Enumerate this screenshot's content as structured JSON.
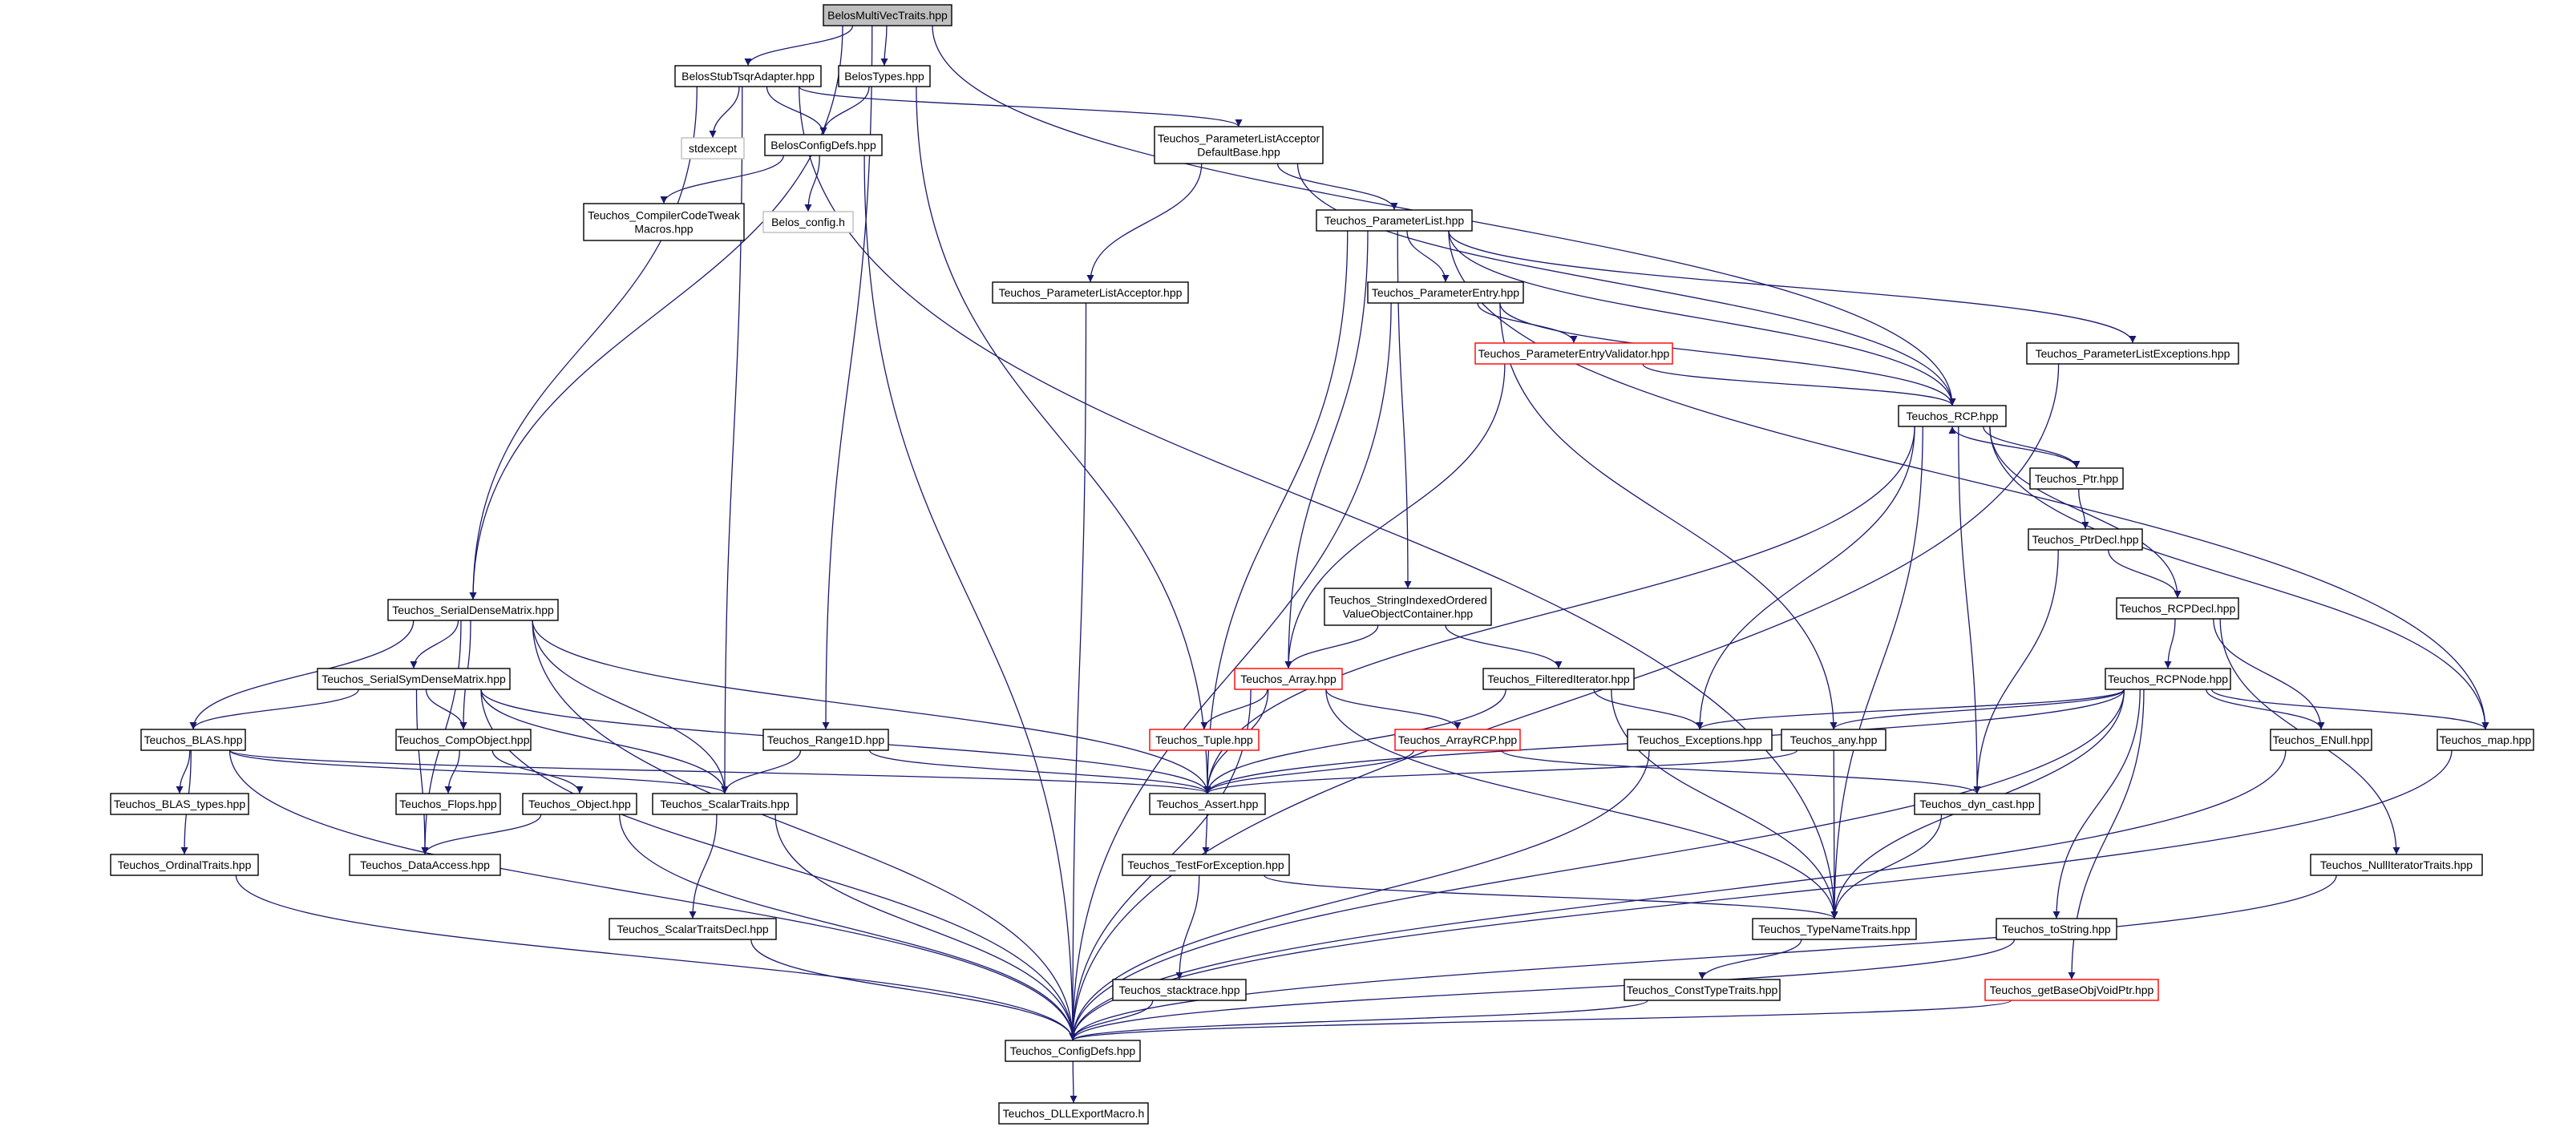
{
  "diagram": {
    "colors": {
      "edge": "#191970",
      "node_border": "#000000",
      "node_fill": "#ffffff",
      "root_fill": "#bfbfbf",
      "missing_border": "#bfbfbf",
      "missing_text": "#7f7f7f",
      "truncated_border": "#ff0000"
    },
    "nodes": [
      {
        "id": "root",
        "lines": [
          "BelosMultiVecTraits.hpp"
        ],
        "style": "root"
      },
      {
        "id": "stubtsqr",
        "lines": [
          "BelosStubTsqrAdapter.hpp"
        ],
        "style": "normal"
      },
      {
        "id": "belostypes",
        "lines": [
          "BelosTypes.hpp"
        ],
        "style": "normal"
      },
      {
        "id": "stdexcept",
        "lines": [
          "stdexcept"
        ],
        "style": "missing"
      },
      {
        "id": "belosconfigdefs",
        "lines": [
          "BelosConfigDefs.hpp"
        ],
        "style": "normal"
      },
      {
        "id": "compilercode",
        "lines": [
          "Teuchos_CompilerCodeTweak",
          "Macros.hpp"
        ],
        "style": "normal"
      },
      {
        "id": "belosconfigh",
        "lines": [
          "Belos_config.h"
        ],
        "style": "missing"
      },
      {
        "id": "plad",
        "lines": [
          "Teuchos_ParameterListAcceptor",
          "DefaultBase.hpp"
        ],
        "style": "normal"
      },
      {
        "id": "paramlist",
        "lines": [
          "Teuchos_ParameterList.hpp"
        ],
        "style": "normal"
      },
      {
        "id": "pla",
        "lines": [
          "Teuchos_ParameterListAcceptor.hpp"
        ],
        "style": "normal"
      },
      {
        "id": "paramentry",
        "lines": [
          "Teuchos_ParameterEntry.hpp"
        ],
        "style": "normal"
      },
      {
        "id": "pev",
        "lines": [
          "Teuchos_ParameterEntryValidator.hpp"
        ],
        "style": "truncated"
      },
      {
        "id": "plexc",
        "lines": [
          "Teuchos_ParameterListExceptions.hpp"
        ],
        "style": "normal"
      },
      {
        "id": "rcp",
        "lines": [
          "Teuchos_RCP.hpp"
        ],
        "style": "normal"
      },
      {
        "id": "ptr",
        "lines": [
          "Teuchos_Ptr.hpp"
        ],
        "style": "normal"
      },
      {
        "id": "ptrdecl",
        "lines": [
          "Teuchos_PtrDecl.hpp"
        ],
        "style": "normal"
      },
      {
        "id": "rcpdecl",
        "lines": [
          "Teuchos_RCPDecl.hpp"
        ],
        "style": "normal"
      },
      {
        "id": "rcpnode",
        "lines": [
          "Teuchos_RCPNode.hpp"
        ],
        "style": "normal"
      },
      {
        "id": "sdm",
        "lines": [
          "Teuchos_SerialDenseMatrix.hpp"
        ],
        "style": "normal"
      },
      {
        "id": "ssdm",
        "lines": [
          "Teuchos_SerialSymDenseMatrix.hpp"
        ],
        "style": "normal"
      },
      {
        "id": "blas",
        "lines": [
          "Teuchos_BLAS.hpp"
        ],
        "style": "normal"
      },
      {
        "id": "blastypes",
        "lines": [
          "Teuchos_BLAS_types.hpp"
        ],
        "style": "normal"
      },
      {
        "id": "ordinal",
        "lines": [
          "Teuchos_OrdinalTraits.hpp"
        ],
        "style": "normal"
      },
      {
        "id": "compobject",
        "lines": [
          "Teuchos_CompObject.hpp"
        ],
        "style": "normal"
      },
      {
        "id": "flops",
        "lines": [
          "Teuchos_Flops.hpp"
        ],
        "style": "normal"
      },
      {
        "id": "object",
        "lines": [
          "Teuchos_Object.hpp"
        ],
        "style": "normal"
      },
      {
        "id": "dataaccess",
        "lines": [
          "Teuchos_DataAccess.hpp"
        ],
        "style": "normal"
      },
      {
        "id": "scalartraits",
        "lines": [
          "Teuchos_ScalarTraits.hpp"
        ],
        "style": "normal"
      },
      {
        "id": "scalardecl",
        "lines": [
          "Teuchos_ScalarTraitsDecl.hpp"
        ],
        "style": "normal"
      },
      {
        "id": "range1d",
        "lines": [
          "Teuchos_Range1D.hpp"
        ],
        "style": "normal"
      },
      {
        "id": "stringidx",
        "lines": [
          "Teuchos_StringIndexedOrdered",
          "ValueObjectContainer.hpp"
        ],
        "style": "normal"
      },
      {
        "id": "filtered",
        "lines": [
          "Teuchos_FilteredIterator.hpp"
        ],
        "style": "normal"
      },
      {
        "id": "array",
        "lines": [
          "Teuchos_Array.hpp"
        ],
        "style": "truncated"
      },
      {
        "id": "tuple",
        "lines": [
          "Teuchos_Tuple.hpp"
        ],
        "style": "truncated"
      },
      {
        "id": "arrayrcp",
        "lines": [
          "Teuchos_ArrayRCP.hpp"
        ],
        "style": "truncated"
      },
      {
        "id": "exceptions",
        "lines": [
          "Teuchos_Exceptions.hpp"
        ],
        "style": "normal"
      },
      {
        "id": "any",
        "lines": [
          "Teuchos_any.hpp"
        ],
        "style": "normal"
      },
      {
        "id": "assert",
        "lines": [
          "Teuchos_Assert.hpp"
        ],
        "style": "normal"
      },
      {
        "id": "dyncast",
        "lines": [
          "Teuchos_dyn_cast.hpp"
        ],
        "style": "normal"
      },
      {
        "id": "enull",
        "lines": [
          "Teuchos_ENull.hpp"
        ],
        "style": "normal"
      },
      {
        "id": "map",
        "lines": [
          "Teuchos_map.hpp"
        ],
        "style": "normal"
      },
      {
        "id": "nullit",
        "lines": [
          "Teuchos_NullIteratorTraits.hpp"
        ],
        "style": "normal"
      },
      {
        "id": "testfor",
        "lines": [
          "Teuchos_TestForException.hpp"
        ],
        "style": "normal"
      },
      {
        "id": "typename",
        "lines": [
          "Teuchos_TypeNameTraits.hpp"
        ],
        "style": "normal"
      },
      {
        "id": "tostring",
        "lines": [
          "Teuchos_toString.hpp"
        ],
        "style": "normal"
      },
      {
        "id": "stacktrace",
        "lines": [
          "Teuchos_stacktrace.hpp"
        ],
        "style": "normal"
      },
      {
        "id": "consttype",
        "lines": [
          "Teuchos_ConstTypeTraits.hpp"
        ],
        "style": "normal"
      },
      {
        "id": "getbase",
        "lines": [
          "Teuchos_getBaseObjVoidPtr.hpp"
        ],
        "style": "truncated"
      },
      {
        "id": "configdefs",
        "lines": [
          "Teuchos_ConfigDefs.hpp"
        ],
        "style": "normal"
      },
      {
        "id": "dllexport",
        "lines": [
          "Teuchos_DLLExportMacro.h"
        ],
        "style": "normal"
      }
    ],
    "edges": [
      [
        "root",
        "stubtsqr"
      ],
      [
        "root",
        "belostypes"
      ],
      [
        "root",
        "sdm"
      ],
      [
        "root",
        "range1d"
      ],
      [
        "root",
        "rcp"
      ],
      [
        "stubtsqr",
        "stdexcept"
      ],
      [
        "stubtsqr",
        "belosconfigdefs"
      ],
      [
        "stubtsqr",
        "plad"
      ],
      [
        "stubtsqr",
        "sdm"
      ],
      [
        "stubtsqr",
        "scalartraits"
      ],
      [
        "stubtsqr",
        "typename"
      ],
      [
        "belostypes",
        "belosconfigdefs"
      ],
      [
        "belostypes",
        "assert"
      ],
      [
        "belosconfigdefs",
        "compilercode"
      ],
      [
        "belosconfigdefs",
        "belosconfigh"
      ],
      [
        "belosconfigdefs",
        "configdefs"
      ],
      [
        "plad",
        "paramlist"
      ],
      [
        "plad",
        "pla"
      ],
      [
        "plad",
        "rcp"
      ],
      [
        "pla",
        "configdefs"
      ],
      [
        "paramlist",
        "paramentry"
      ],
      [
        "paramlist",
        "plexc"
      ],
      [
        "paramlist",
        "stringidx"
      ],
      [
        "paramlist",
        "array"
      ],
      [
        "paramlist",
        "assert"
      ],
      [
        "paramlist",
        "map"
      ],
      [
        "paramlist",
        "rcp"
      ],
      [
        "paramentry",
        "pev"
      ],
      [
        "paramentry",
        "any"
      ],
      [
        "paramentry",
        "rcp"
      ],
      [
        "paramentry",
        "configdefs"
      ],
      [
        "pev",
        "rcp"
      ],
      [
        "pev",
        "array"
      ],
      [
        "plexc",
        "configdefs"
      ],
      [
        "rcp",
        "ptr"
      ],
      [
        "rcp",
        "rcpdecl"
      ],
      [
        "rcp",
        "assert"
      ],
      [
        "rcp",
        "exceptions"
      ],
      [
        "rcp",
        "dyncast"
      ],
      [
        "rcp",
        "map"
      ],
      [
        "rcp",
        "typename"
      ],
      [
        "ptr",
        "rcp"
      ],
      [
        "ptr",
        "ptrdecl"
      ],
      [
        "ptrdecl",
        "rcpdecl"
      ],
      [
        "ptrdecl",
        "dyncast"
      ],
      [
        "rcpdecl",
        "rcpnode"
      ],
      [
        "rcpdecl",
        "enull"
      ],
      [
        "rcpdecl",
        "nullit"
      ],
      [
        "rcpnode",
        "exceptions"
      ],
      [
        "rcpnode",
        "any"
      ],
      [
        "rcpnode",
        "assert"
      ],
      [
        "rcpnode",
        "enull"
      ],
      [
        "rcpnode",
        "map"
      ],
      [
        "rcpnode",
        "typename"
      ],
      [
        "rcpnode",
        "tostring"
      ],
      [
        "rcpnode",
        "getbase"
      ],
      [
        "rcpnode",
        "configdefs"
      ],
      [
        "sdm",
        "ssdm"
      ],
      [
        "sdm",
        "blas"
      ],
      [
        "sdm",
        "compobject"
      ],
      [
        "sdm",
        "dataaccess"
      ],
      [
        "sdm",
        "scalartraits"
      ],
      [
        "sdm",
        "assert"
      ],
      [
        "sdm",
        "configdefs"
      ],
      [
        "ssdm",
        "blas"
      ],
      [
        "ssdm",
        "compobject"
      ],
      [
        "ssdm",
        "dataaccess"
      ],
      [
        "ssdm",
        "scalartraits"
      ],
      [
        "ssdm",
        "assert"
      ],
      [
        "ssdm",
        "configdefs"
      ],
      [
        "blas",
        "blastypes"
      ],
      [
        "blas",
        "ordinal"
      ],
      [
        "blas",
        "scalartraits"
      ],
      [
        "blas",
        "assert"
      ],
      [
        "blas",
        "configdefs"
      ],
      [
        "compobject",
        "flops"
      ],
      [
        "compobject",
        "object"
      ],
      [
        "object",
        "dataaccess"
      ],
      [
        "object",
        "configdefs"
      ],
      [
        "ordinal",
        "configdefs"
      ],
      [
        "scalartraits",
        "scalardecl"
      ],
      [
        "scalartraits",
        "configdefs"
      ],
      [
        "scalardecl",
        "configdefs"
      ],
      [
        "range1d",
        "scalartraits"
      ],
      [
        "range1d",
        "assert"
      ],
      [
        "stringidx",
        "array"
      ],
      [
        "stringidx",
        "filtered"
      ],
      [
        "filtered",
        "exceptions"
      ],
      [
        "filtered",
        "assert"
      ],
      [
        "filtered",
        "typename"
      ],
      [
        "array",
        "tuple"
      ],
      [
        "array",
        "arrayrcp"
      ],
      [
        "array",
        "assert"
      ],
      [
        "array",
        "typename"
      ],
      [
        "array",
        "configdefs"
      ],
      [
        "arrayrcp",
        "dyncast"
      ],
      [
        "arrayrcp",
        "assert"
      ],
      [
        "exceptions",
        "configdefs"
      ],
      [
        "any",
        "assert"
      ],
      [
        "any",
        "typename"
      ],
      [
        "assert",
        "testfor"
      ],
      [
        "testfor",
        "stacktrace"
      ],
      [
        "testfor",
        "typename"
      ],
      [
        "stacktrace",
        "configdefs"
      ],
      [
        "dyncast",
        "typename"
      ],
      [
        "typename",
        "consttype"
      ],
      [
        "consttype",
        "configdefs"
      ],
      [
        "tostring",
        "configdefs"
      ],
      [
        "getbase",
        "configdefs"
      ],
      [
        "enull",
        "configdefs"
      ],
      [
        "map",
        "configdefs"
      ],
      [
        "nullit",
        "configdefs"
      ],
      [
        "configdefs",
        "dllexport"
      ]
    ]
  }
}
